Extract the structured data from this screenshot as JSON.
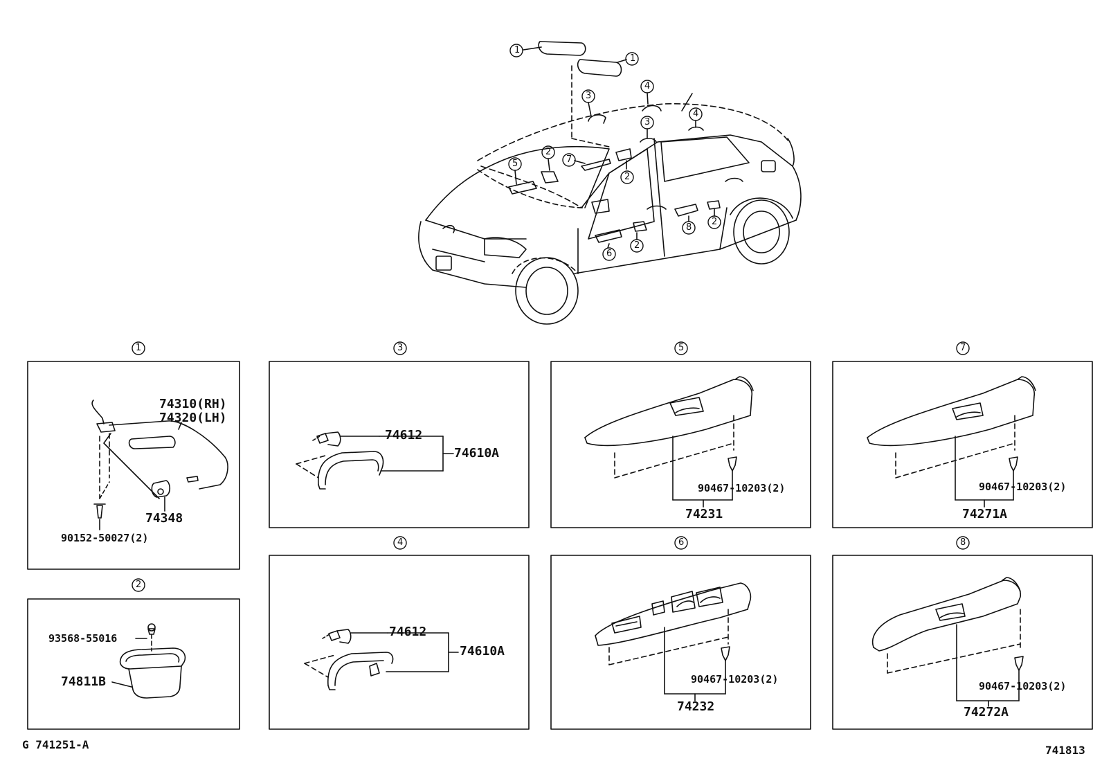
{
  "callout_numbers": [
    "1",
    "2",
    "3",
    "4",
    "5",
    "6",
    "7",
    "8"
  ],
  "panels": {
    "p1": {
      "number": "1",
      "parts": {
        "visor_rh": "74310(RH)",
        "visor_lh": "74320(LH)",
        "holder": "74348",
        "screw": "90152-50027(2)"
      }
    },
    "p2": {
      "number": "2",
      "parts": {
        "screw": "93568-55016",
        "cup": "74811B"
      }
    },
    "p3": {
      "number": "3",
      "parts": {
        "cap": "74612",
        "grip_assy": "74610A"
      }
    },
    "p4": {
      "number": "4",
      "parts": {
        "cap": "74612",
        "grip_assy": "74610A"
      }
    },
    "p5": {
      "number": "5",
      "parts": {
        "clip": "90467-10203(2)",
        "panel": "74231"
      }
    },
    "p6": {
      "number": "6",
      "parts": {
        "clip": "90467-10203(2)",
        "panel": "74232"
      }
    },
    "p7": {
      "number": "7",
      "parts": {
        "clip": "90467-10203(2)",
        "panel": "74271A"
      }
    },
    "p8": {
      "number": "8",
      "parts": {
        "clip": "90467-10203(2)",
        "panel": "74272A"
      }
    }
  },
  "footer": {
    "figure_code": "G 741251-A",
    "page_code": "741813"
  }
}
